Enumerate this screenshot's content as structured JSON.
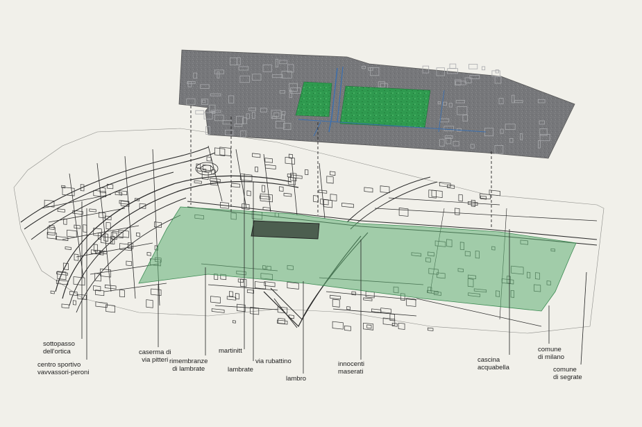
{
  "labels": {
    "sottopasso": "sottopasso\ndell'ortica",
    "centro": "centro sportivo\nvavvassori-peroni",
    "caserma": "caserma di\nvia pitteri",
    "rimembranze": "rimembranze\ndi lambrate",
    "martinitt": "martinitt",
    "lambrate": "lambrate",
    "rubattino": "via rubattino",
    "lambro": "lambro",
    "innocenti": "innocenti\nmaserati",
    "cascina": "cascina\nacquabella",
    "milano": "comune\ndi milano",
    "segrate": "comune\ndi segrate"
  },
  "colors": {
    "background": "#f1f0ea",
    "plate": "#77787a",
    "green_area": "#2f9a4f",
    "map_lines": "#2a2a2a",
    "accent_blue": "#3a6fb0"
  }
}
